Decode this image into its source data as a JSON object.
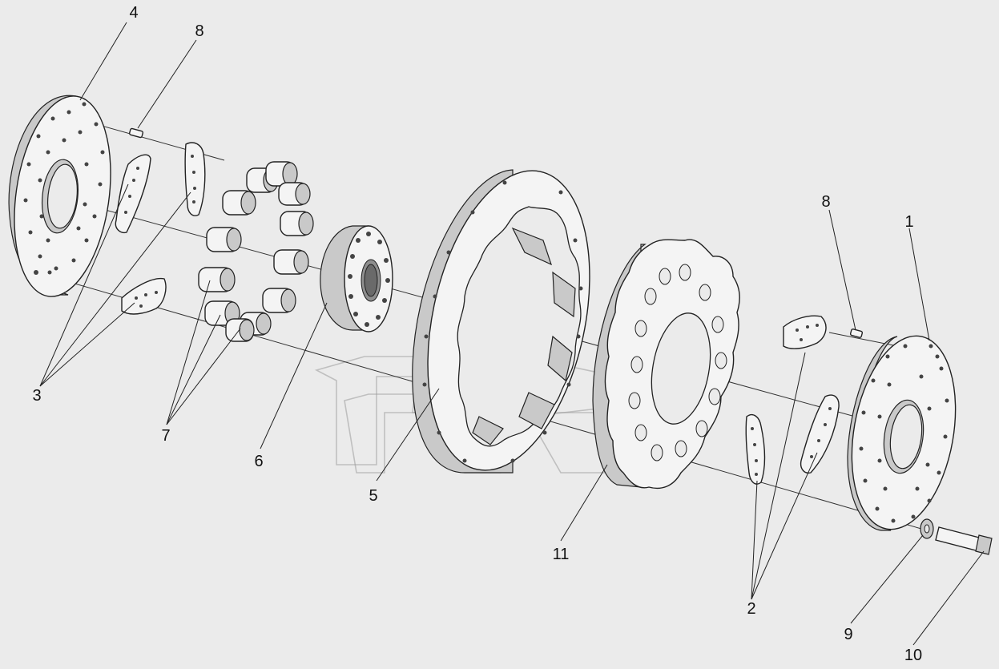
{
  "callouts": [
    {
      "id": "1",
      "text": "1"
    },
    {
      "id": "2",
      "text": "2"
    },
    {
      "id": "3",
      "text": "3"
    },
    {
      "id": "4",
      "text": "4"
    },
    {
      "id": "5",
      "text": "5"
    },
    {
      "id": "6",
      "text": "6"
    },
    {
      "id": "7",
      "text": "7"
    },
    {
      "id": "8a",
      "text": "8"
    },
    {
      "id": "8b",
      "text": "8"
    },
    {
      "id": "9",
      "text": "9"
    },
    {
      "id": "10",
      "text": "10"
    },
    {
      "id": "11",
      "text": "11"
    }
  ],
  "colors": {
    "background": "#ebebeb",
    "part_fill": "#f4f4f4",
    "shade": "#c9c9c9",
    "line": "#222222"
  }
}
